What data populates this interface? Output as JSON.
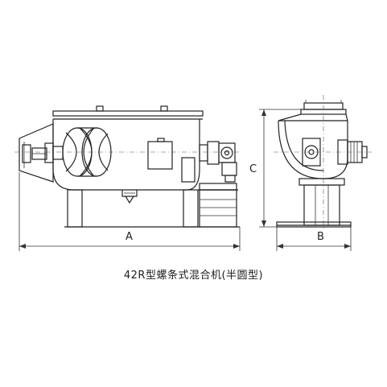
{
  "labels": {
    "dim_length": "A",
    "dim_width": "B",
    "dim_height": "C"
  },
  "caption": "42R型螺条式混合机(半圆型)"
}
